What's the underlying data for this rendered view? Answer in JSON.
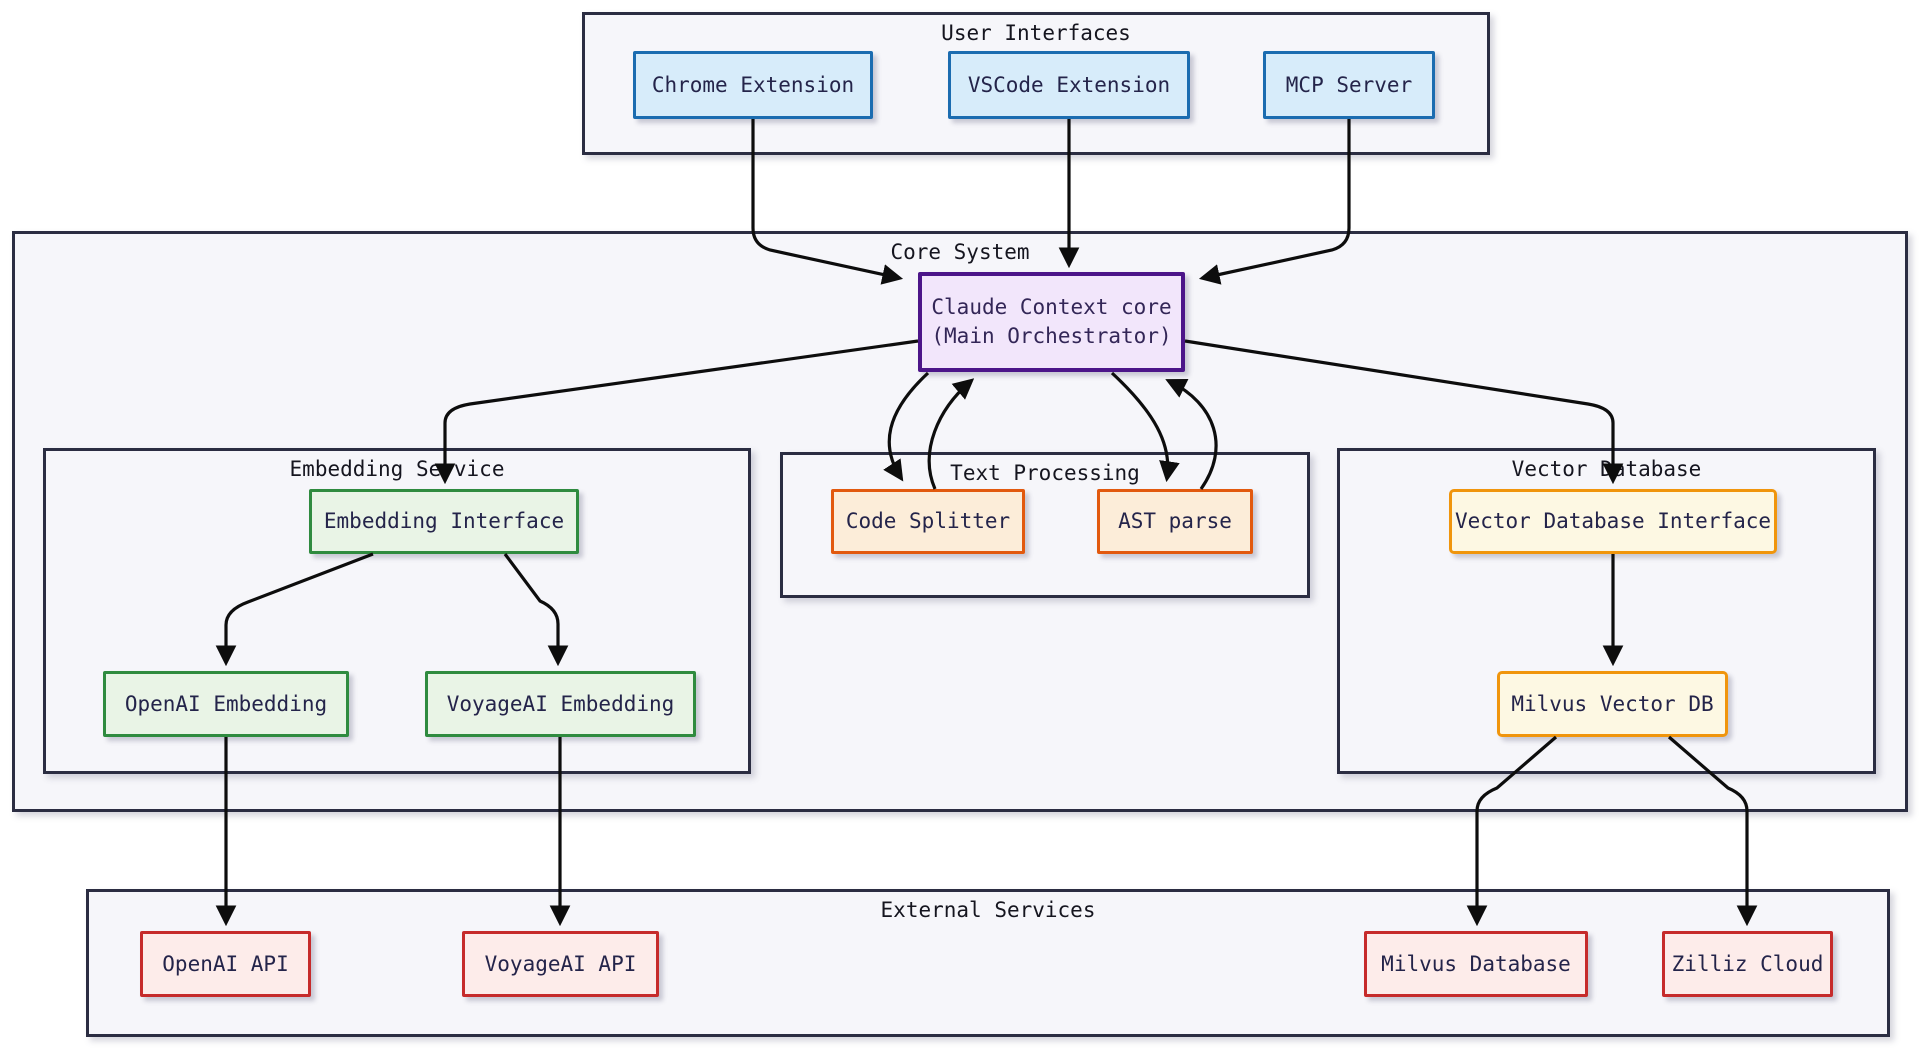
{
  "colors": {
    "arrow": "#0d0d0d",
    "container_fill": "#f6f6fa",
    "container_border": "#2b2d42",
    "title_text": "#15151f",
    "node_text": "#24244a",
    "blue_fill": "#d7ecfa",
    "blue_border": "#1b6cb0",
    "purple_fill": "#f2e6fb",
    "purple_border": "#4c1589",
    "green_fill": "#e9f4e6",
    "green_border": "#2f8b3f",
    "orange_fill": "#fcedd9",
    "orange_border": "#e2590e",
    "amber_fill": "#fdf8e3",
    "amber_border": "#f0950c",
    "red_fill": "#fdecea",
    "red_border": "#c62b2b"
  },
  "groups": {
    "user_interfaces": {
      "title": "User Interfaces"
    },
    "core_system": {
      "title": "Core System"
    },
    "embedding_service": {
      "title": "Embedding Service"
    },
    "text_processing": {
      "title": "Text Processing"
    },
    "vector_database": {
      "title": "Vector Database"
    },
    "external_services": {
      "title": "External Services"
    }
  },
  "nodes": {
    "chrome_extension": {
      "label": "Chrome Extension"
    },
    "vscode_extension": {
      "label": "VSCode Extension"
    },
    "mcp_server": {
      "label": "MCP Server"
    },
    "claude_core": {
      "label_line1": "Claude Context core",
      "label_line2": "(Main Orchestrator)"
    },
    "embedding_interface": {
      "label": "Embedding Interface"
    },
    "openai_embedding": {
      "label": "OpenAI Embedding"
    },
    "voyageai_embedding": {
      "label": "VoyageAI Embedding"
    },
    "code_splitter": {
      "label": "Code Splitter"
    },
    "ast_parse": {
      "label": "AST parse"
    },
    "vector_database_interface": {
      "label": "Vector Database Interface"
    },
    "milvus_vector_db": {
      "label": "Milvus Vector DB"
    },
    "openai_api": {
      "label": "OpenAI API"
    },
    "voyageai_api": {
      "label": "VoyageAI API"
    },
    "milvus_database": {
      "label": "Milvus Database"
    },
    "zilliz_cloud": {
      "label": "Zilliz Cloud"
    }
  },
  "edges": [
    {
      "from": "chrome_extension",
      "to": "claude_core"
    },
    {
      "from": "vscode_extension",
      "to": "claude_core"
    },
    {
      "from": "mcp_server",
      "to": "claude_core"
    },
    {
      "from": "claude_core",
      "to": "embedding_interface"
    },
    {
      "from": "claude_core",
      "to": "vector_database_interface"
    },
    {
      "from": "claude_core",
      "to": "code_splitter"
    },
    {
      "from": "code_splitter",
      "to": "claude_core"
    },
    {
      "from": "claude_core",
      "to": "ast_parse"
    },
    {
      "from": "ast_parse",
      "to": "claude_core"
    },
    {
      "from": "embedding_interface",
      "to": "openai_embedding"
    },
    {
      "from": "embedding_interface",
      "to": "voyageai_embedding"
    },
    {
      "from": "openai_embedding",
      "to": "openai_api"
    },
    {
      "from": "voyageai_embedding",
      "to": "voyageai_api"
    },
    {
      "from": "vector_database_interface",
      "to": "milvus_vector_db"
    },
    {
      "from": "milvus_vector_db",
      "to": "milvus_database"
    },
    {
      "from": "milvus_vector_db",
      "to": "zilliz_cloud"
    }
  ]
}
